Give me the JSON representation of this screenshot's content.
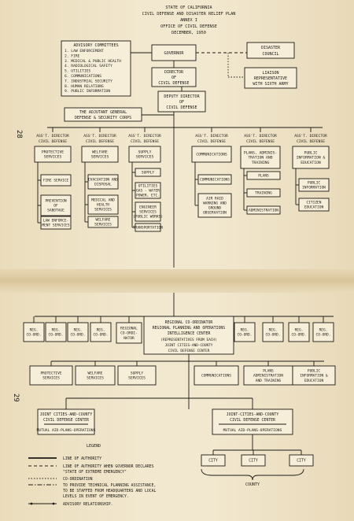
{
  "header": {
    "line1": "STATE OF CALIFORNIA",
    "line2": "CIVIL DEFENSE AND DISASTER RELIEF PLAN",
    "line3": "ANNEX I",
    "line4": "OFFICE OF CIVIL DEFENSE",
    "line5": "DECEMBER, 1950"
  },
  "page_numbers": {
    "top": "28",
    "bottom": "29"
  },
  "advisory": {
    "title": "ADVISORY COMMITTEES",
    "items": [
      "1. LAW ENFORCEMENT",
      "2. FIRE",
      "3. MEDICAL & PUBLIC HEALTH",
      "4. RADIOLOGICAL SAFETY",
      "5. UTILITIES",
      "6. COMMUNICATIONS",
      "7. INDUSTRIAL SECURITY",
      "8. HUMAN RELATIONS",
      "9. PUBLIC INFORMATION"
    ]
  },
  "governor": "GOVERNOR",
  "disaster_council": {
    "l1": "DISASTER",
    "l2": "COUNCIL"
  },
  "director": {
    "l1": "DIRECTOR",
    "l2": "OF",
    "l3": "CIVIL DEFENSE"
  },
  "liaison": {
    "l1": "LIAISON",
    "l2": "REPRESENTATIVE",
    "l3": "WITH SIXTH ARMY"
  },
  "deputy": {
    "l1": "DEPUTY DIRECTOR",
    "l2": "OF",
    "l3": "CIVIL DEFENSE"
  },
  "adjutant": {
    "l1": "THE ADJUTANT GENERAL",
    "l2": "DEFENSE & SECURITY CORPS"
  },
  "asst": {
    "l1": "ASS'T. DIRECTOR",
    "l2": "CIVIL DEFENSE"
  },
  "divisions": [
    {
      "head": [
        "PROTECTIVE",
        "SERVICES"
      ],
      "subs": [
        [
          "FIRE SERVICE"
        ],
        [
          "PREVENTION",
          "OF",
          "SABOTAGE"
        ],
        [
          "LAW ENFORCE-",
          "MENT SERVICES"
        ]
      ]
    },
    {
      "head": [
        "WELFARE",
        "SERVICES"
      ],
      "subs": [
        [
          "EVACUATION AND",
          "DISPOSAL"
        ],
        [
          "MEDICAL AND",
          "HEALTH",
          "SERVICES"
        ],
        [
          "WELFARE",
          "SERVICES"
        ]
      ]
    },
    {
      "head": [
        "SUPPLY",
        "SERVICES"
      ],
      "subs": [
        [
          "SUPPLY"
        ],
        [
          "UTILITIES",
          "GAS - WATER",
          "POWER, ETC."
        ],
        [
          "ENGINEER",
          "SERVICES",
          "(PUBLIC WORKS)"
        ],
        [
          "TRANSPORTATION"
        ]
      ]
    },
    {
      "head": [
        "COMMUNICATIONS"
      ],
      "subs": [
        [
          "COMMUNICATIONS"
        ],
        [
          "AIR RAID",
          "WARNING AND",
          "GROUND",
          "OBSERVATION"
        ]
      ]
    },
    {
      "head": [
        "PLANS, ADMINIS-",
        "TRATION AND",
        "TRAINING"
      ],
      "subs": [
        [
          "PLANS"
        ],
        [
          "TRAINING"
        ],
        [
          "ADMINISTRATION"
        ]
      ]
    },
    {
      "head": [
        "PUBLIC",
        "INFORMATION &",
        "EDUCATION"
      ],
      "subs": [
        [
          "PUBLIC",
          "INFORMATION"
        ],
        [
          "CITIZEN",
          "EDUCATION"
        ]
      ]
    }
  ],
  "regional": {
    "reg": [
      "REG.",
      "CO-ORD."
    ],
    "side": [
      "REGIONAL",
      "CO-ORDI-",
      "NATOR"
    ],
    "center": [
      "REGIONAL CO-ORDINATOR",
      "REGIONAL PLANNING AND OPERATIONS",
      "INTELLIGENCE CENTER",
      "(REPRESENTATIVES FROM EACH)",
      "JOINT CITIES-AND-COUNTY",
      "CIVIL DEFENSE CENTER"
    ]
  },
  "regional_services": [
    [
      "PROTECTIVE",
      "SERVICES"
    ],
    [
      "WELFARE",
      "SERVICES"
    ],
    [
      "SUPPLY",
      "SERVICES"
    ],
    [
      "COMMUNICATIONS"
    ],
    [
      "PLANS",
      "ADMINISTRATION",
      "AND TRAINING"
    ],
    [
      "PUBLIC",
      "INFORMATION &",
      "EDUCATION"
    ]
  ],
  "joint_left": [
    "JOINT CITIES-AND-COUNTY",
    "CIVIL DEFENSE CENTER"
  ],
  "joint_right": [
    "JOINT-CITIES-AND-COUNTY",
    "CIVIL DEFENSE CENTER"
  ],
  "mutual_aid": "MUTUAL AID-PLANS-OPERATIONS",
  "city": "CITY",
  "county": "COUNTY",
  "legend": {
    "title": "LEGEND",
    "items": [
      [
        "LINE OF AUTHORITY"
      ],
      [
        "LINE OF AUTHORITY WHEN GOVERNOR DECLARES",
        "\"STATE OF EXTREME EMERGENCY\""
      ],
      [
        "CO-ORDINATION"
      ],
      [
        "TO PROVIDE TECHNICAL PLANNING ASSISTANCE,",
        "TO BE STAFFED FROM HEADQUARTERS AND LOCAL",
        "LEVELS IN EVENT OF EMERGENCY."
      ],
      [
        "ADVISORY RELATIONSHIP."
      ]
    ]
  }
}
